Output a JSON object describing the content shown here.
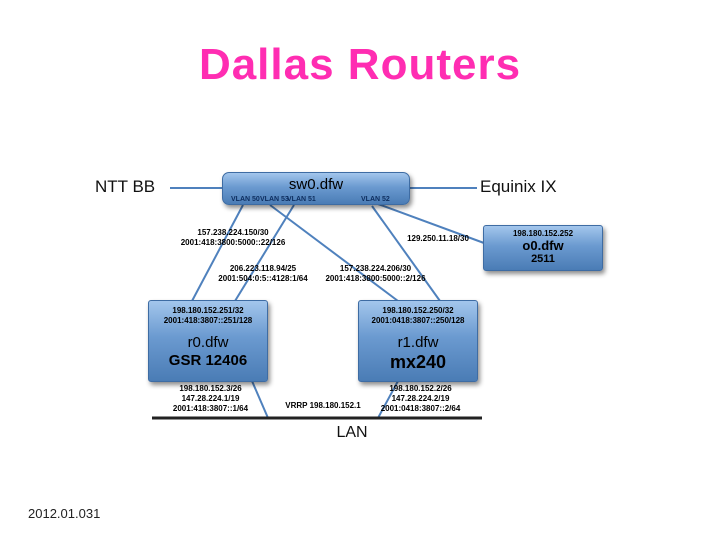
{
  "colors": {
    "title": "#ff2db2",
    "link_line": "#4f81bd",
    "lan_bus": "#222222",
    "node_box_top": "#a3c6ec",
    "node_box_bottom": "#4a7cb5"
  },
  "slide": {
    "title": "Dallas Routers",
    "footer": "2012.01.031",
    "lan_label": "LAN"
  },
  "nodes": {
    "ntt": {
      "label": "NTT BB"
    },
    "equinix": {
      "label": "Equinix IX"
    },
    "switch": {
      "name": "sw0.dfw",
      "vlans": [
        "VLAN 50",
        "VLAN 53",
        "VLAN 51",
        "VLAN 52"
      ]
    },
    "o0": {
      "ip": "198.180.152.252",
      "name": "o0.dfw",
      "model": "2511"
    },
    "r0": {
      "ipv4": "198.180.152.251/32",
      "ipv6": "2001:418:3807::251/128",
      "name": "r0.dfw",
      "model": "GSR 12406"
    },
    "r1": {
      "ipv4": "198.180.152.250/32",
      "ipv6": "2001:0418:3807::250/128",
      "name": "r1.dfw",
      "model": "mx240"
    }
  },
  "links": {
    "ntt_uplink": {
      "ipv4": "157.238.224.150/30",
      "ipv6": "2001:418:3800:5000::22/126"
    },
    "o0_uplink": {
      "ipv4": "129.250.11.18/30"
    },
    "ix_peering": {
      "ipv4": "206.223.118.94/25",
      "ipv6": "2001:504:0:5::4128:1/64"
    },
    "equinix_uplink": {
      "ipv4": "157.238.224.206/30",
      "ipv6": "2001:418:3800:5000::2/126"
    },
    "r0_lan": {
      "ipv4a": "198.180.152.3/26",
      "ipv4b": "147.28.224.1/19",
      "ipv6": "2001:418:3807::1/64"
    },
    "vrrp": "VRRP 198.180.152.1",
    "r1_lan": {
      "ipv4a": "198.180.152.2/26",
      "ipv4b": "147.28.224.2/19",
      "ipv6": "2001:0418:3807::2/64"
    }
  }
}
